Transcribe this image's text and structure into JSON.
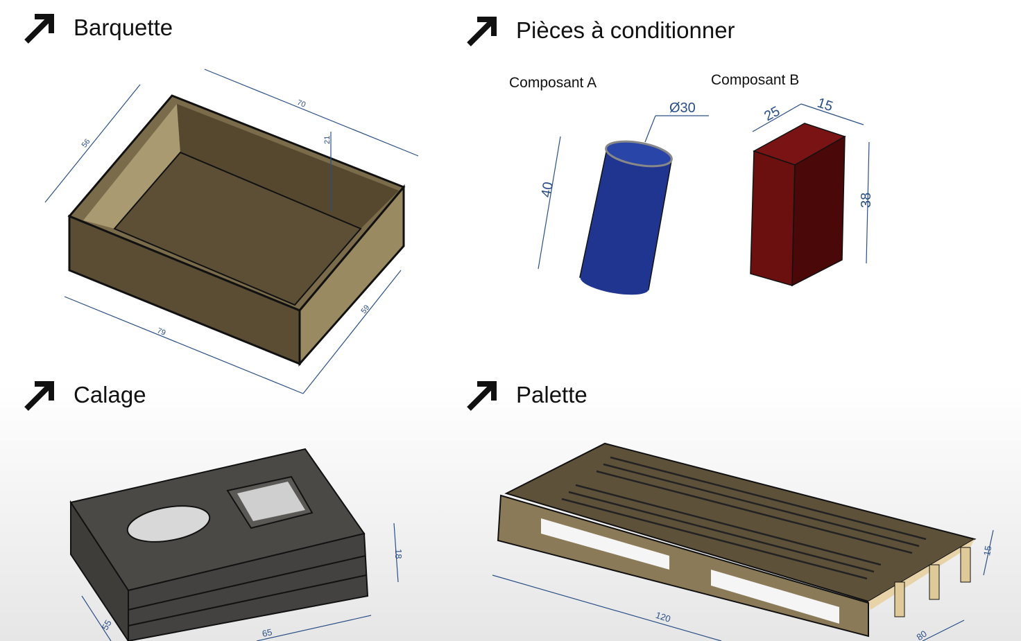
{
  "sections": {
    "barquette": {
      "title": "Barquette",
      "dims": {
        "width": "56",
        "length": "70",
        "height": "21",
        "outer_length": "79",
        "outer_width": "59"
      }
    },
    "pieces": {
      "title": "Pièces à conditionner",
      "composant_a": {
        "label": "Composant A",
        "diameter": "Ø30",
        "height": "40",
        "color": "#1f3590"
      },
      "composant_b": {
        "label": "Composant B",
        "depth": "25",
        "width": "15",
        "height": "38",
        "color": "#6b0f0f"
      }
    },
    "calage": {
      "title": "Calage",
      "dims": {
        "height": "18",
        "width": "55",
        "length": "65"
      }
    },
    "palette": {
      "title": "Palette",
      "dims": {
        "length": "120",
        "width": "80",
        "height": "15"
      }
    }
  }
}
